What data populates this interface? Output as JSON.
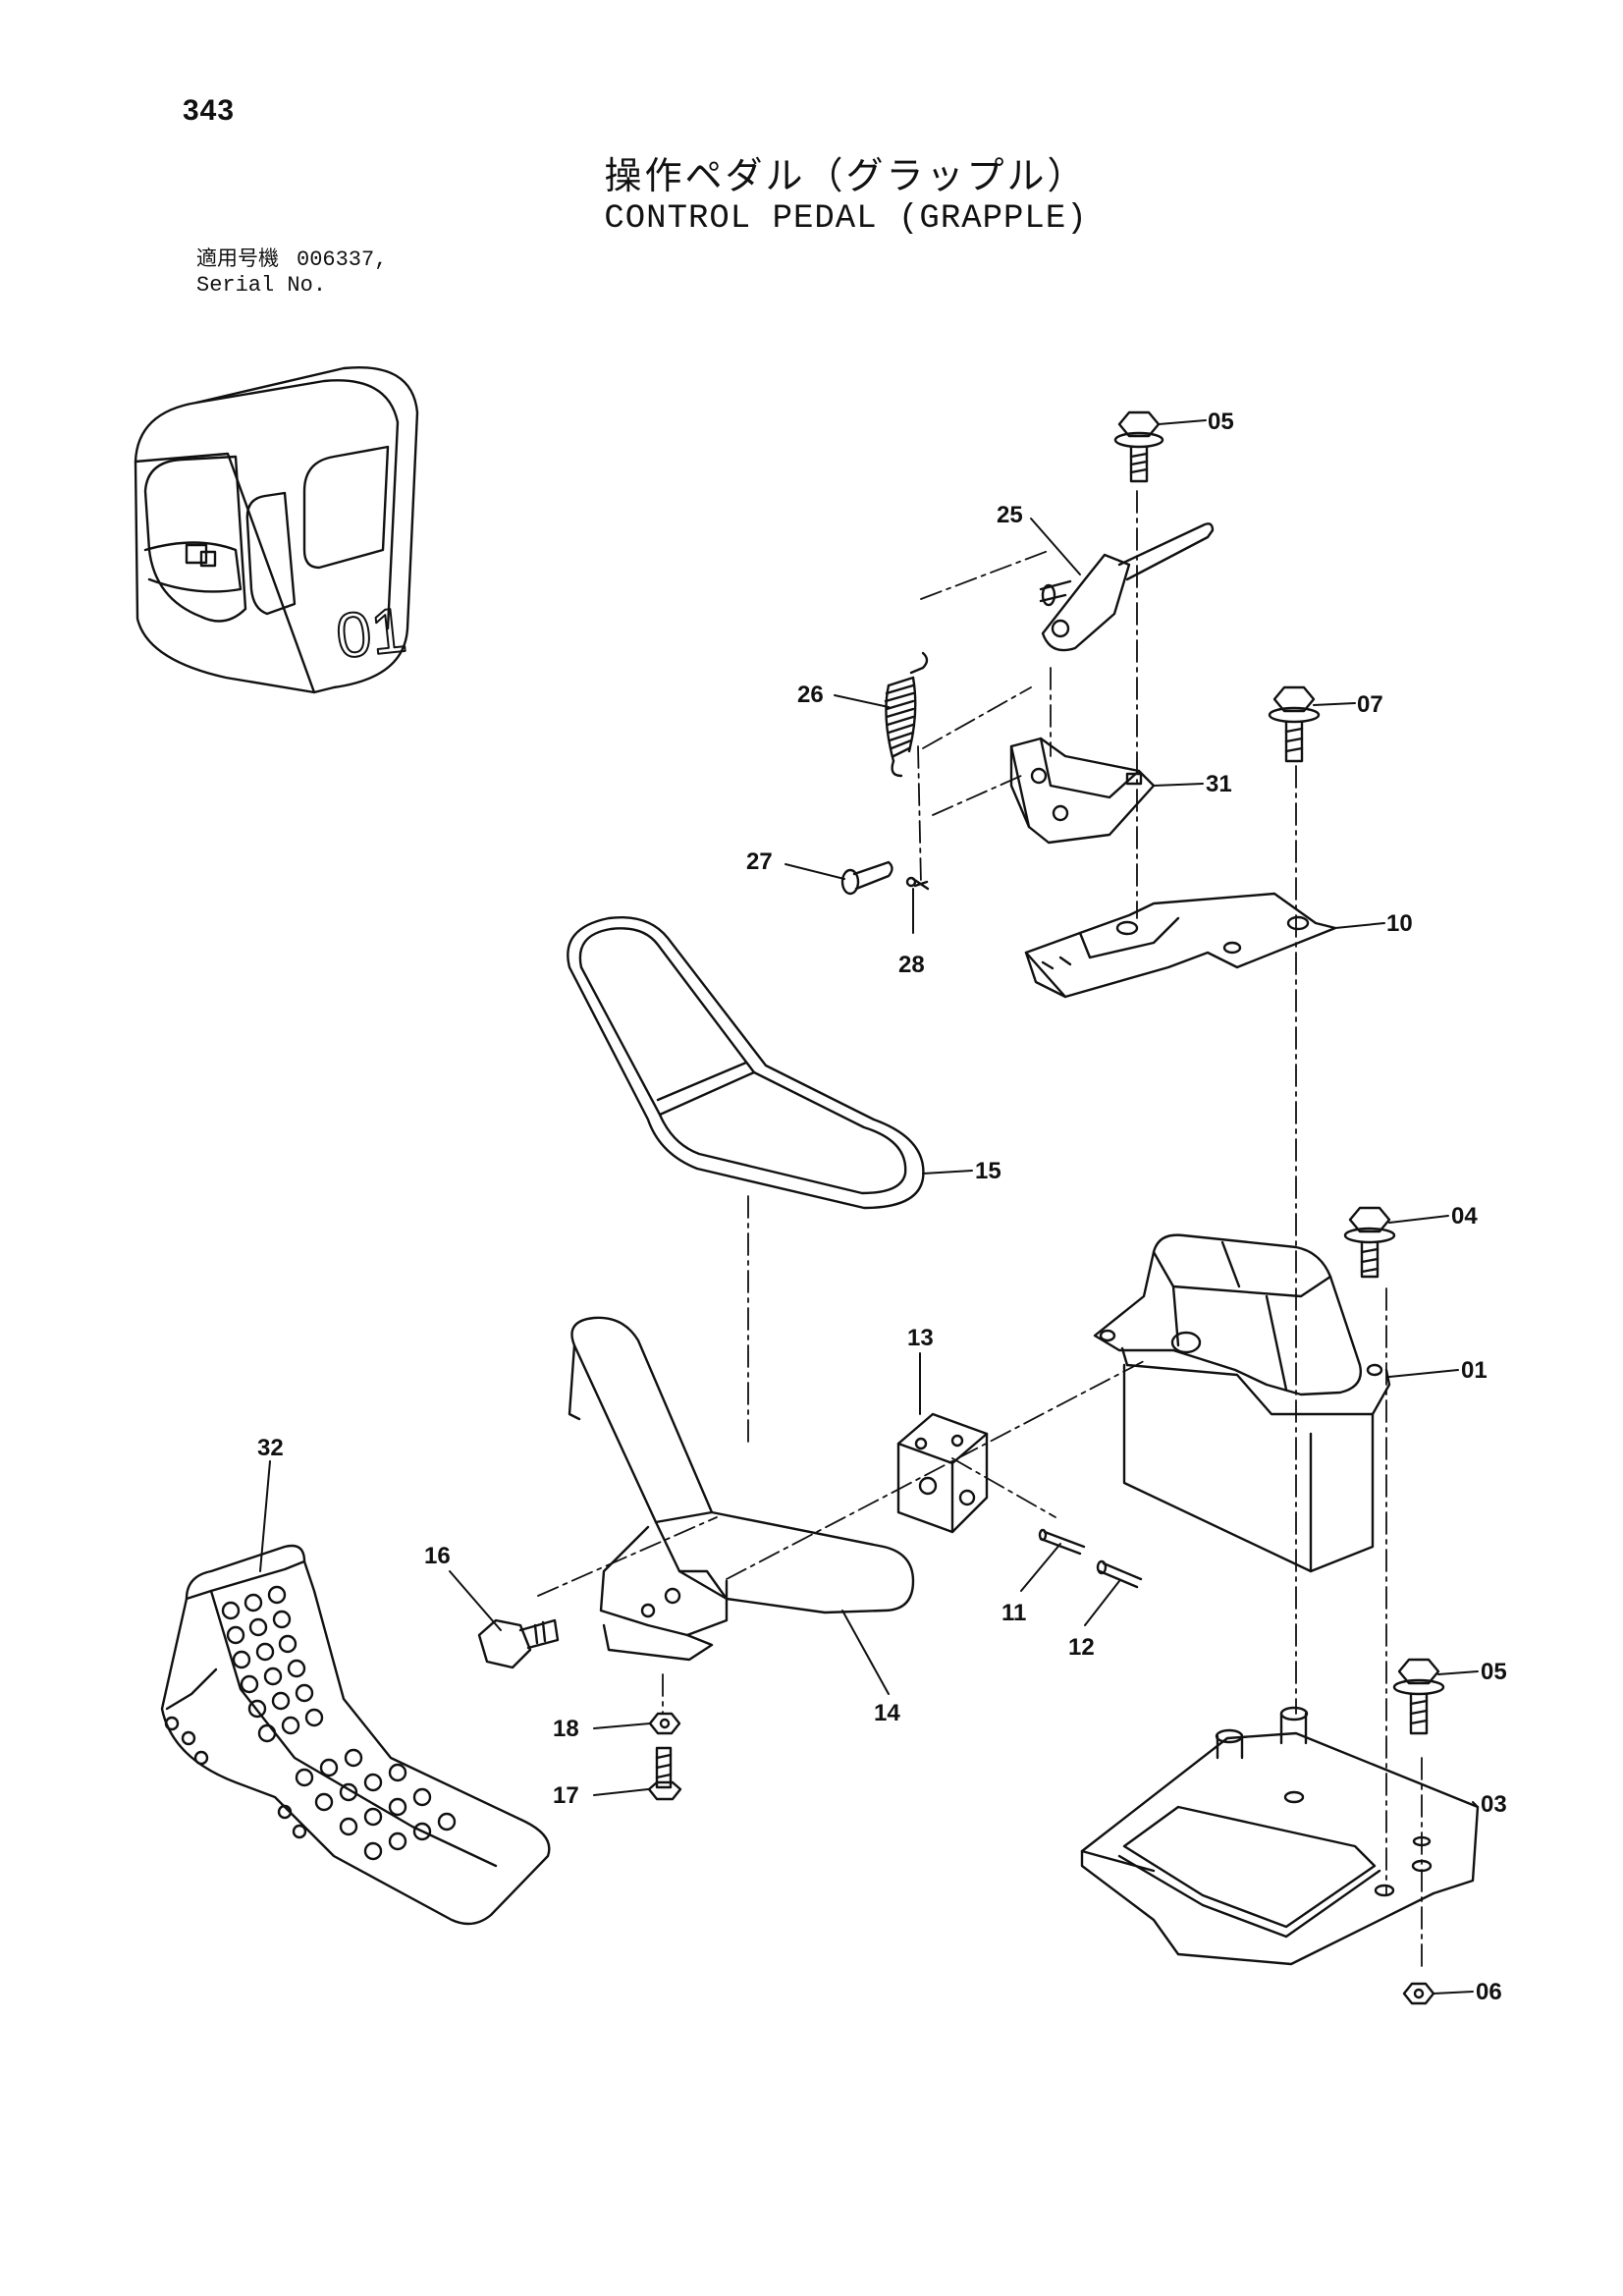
{
  "page_number": "343",
  "title_jp": "操作ペダル（グラップル）",
  "title_en": "CONTROL PEDAL (GRAPPLE)",
  "serial": {
    "label_jp": "適用号機",
    "label_en": "Serial No.",
    "value": "006337,"
  },
  "cab_marker": "01",
  "part_labels": {
    "p05a": "05",
    "p25": "25",
    "p07": "07",
    "p26": "26",
    "p31": "31",
    "p27": "27",
    "p28": "28",
    "p10": "10",
    "p15": "15",
    "p04": "04",
    "p13": "13",
    "p01": "01",
    "p32": "32",
    "p16": "16",
    "p11": "11",
    "p12": "12",
    "p14": "14",
    "p05b": "05",
    "p18": "18",
    "p17": "17",
    "p03": "03",
    "p06": "06"
  }
}
